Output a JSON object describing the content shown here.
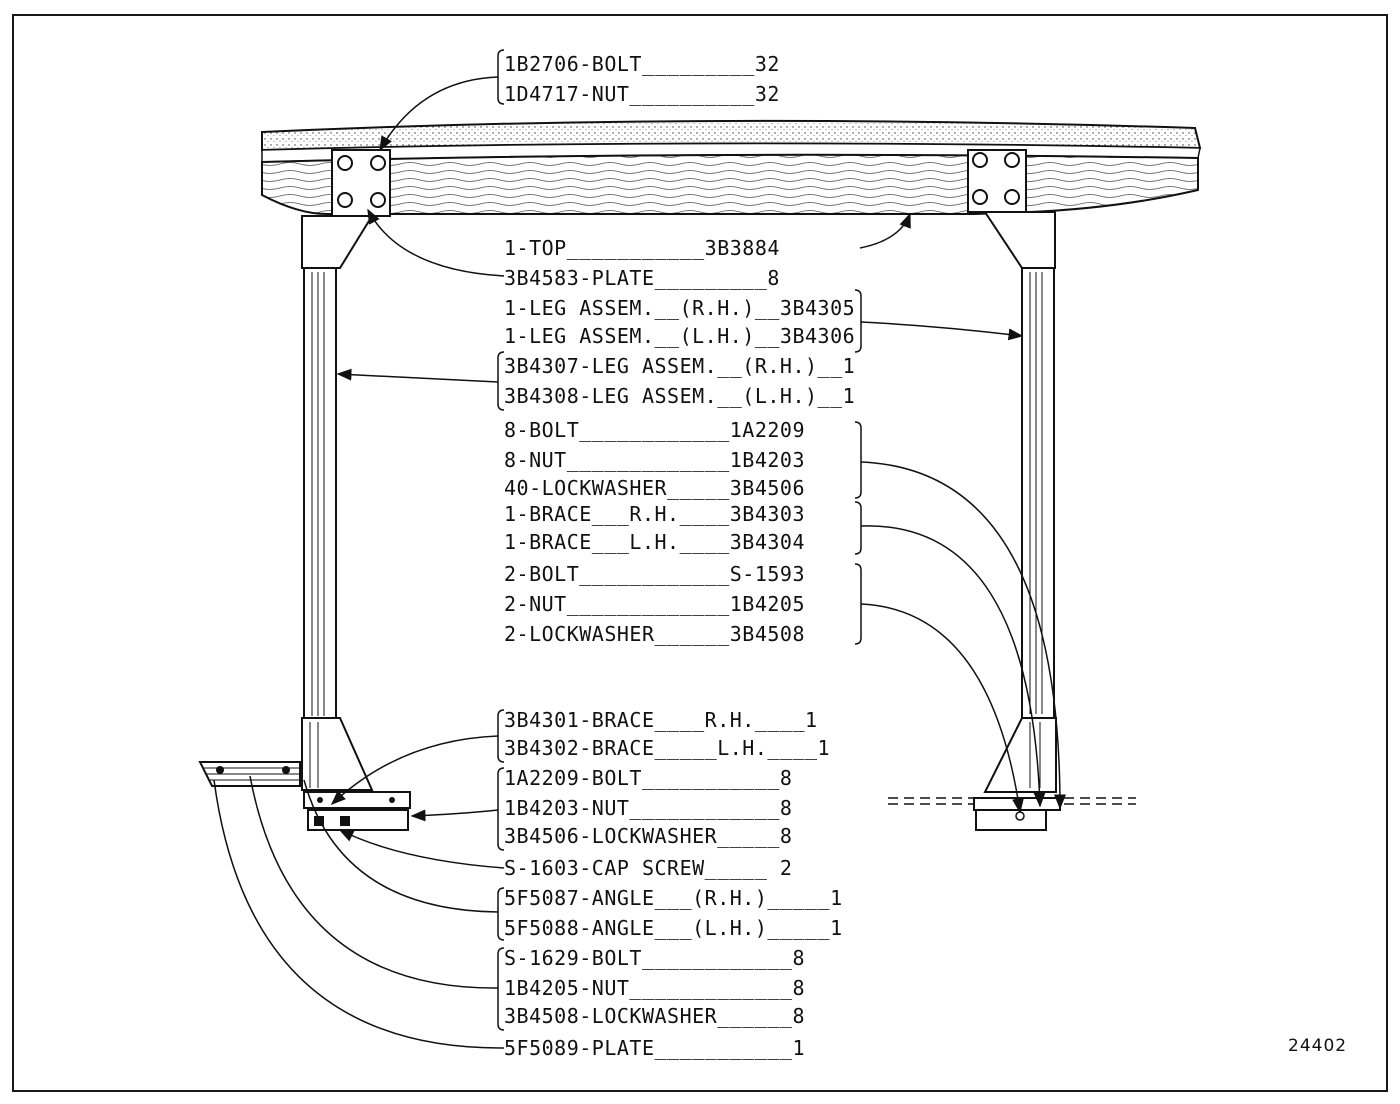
{
  "figure_number": "24402",
  "callouts": {
    "top_bolt": "1B2706-BOLT_________32",
    "top_nut": "1D4717-NUT__________32",
    "top": "1-TOP___________3B3884",
    "plate": "3B4583-PLATE_________8",
    "leg_rh": "1-LEG ASSEM.__(R.H.)__3B4305",
    "leg_lh": "1-LEG ASSEM.__(L.H.)__3B4306",
    "leg_3b4307": "3B4307-LEG ASSEM.__(R.H.)__1",
    "leg_3b4308": "3B4308-LEG ASSEM.__(L.H.)__1",
    "bolt_8": "8-BOLT____________1A2209",
    "nut_8": "8-NUT_____________1B4203",
    "lockwasher_40": "40-LOCKWASHER_____3B4506",
    "brace_rh": "1-BRACE___R.H.____3B4303",
    "brace_lh": "1-BRACE___L.H.____3B4304",
    "bolt_2": "2-BOLT____________S-1593",
    "nut_2": "2-NUT_____________1B4205",
    "lockwasher_2": "2-LOCKWASHER______3B4508",
    "brace_3b4301": "3B4301-BRACE____R.H.____1",
    "brace_3b4302": "3B4302-BRACE_____L.H.____1",
    "bolt_1a2209": "1A2209-BOLT___________8",
    "nut_1b4203": "1B4203-NUT____________8",
    "lockwasher_3b4506": "3B4506-LOCKWASHER_____8",
    "cap_screw": "S-1603-CAP SCREW_____ 2",
    "angle_rh": "5F5087-ANGLE___(R.H.)_____1",
    "angle_lh": "5F5088-ANGLE___(L.H.)_____1",
    "bolt_s1629": "S-1629-BOLT____________8",
    "nut_1b4205": "1B4205-NUT_____________8",
    "lockwasher_3b4508": "3B4508-LOCKWASHER______8",
    "plate_5f5089": "5F5089-PLATE___________1"
  }
}
